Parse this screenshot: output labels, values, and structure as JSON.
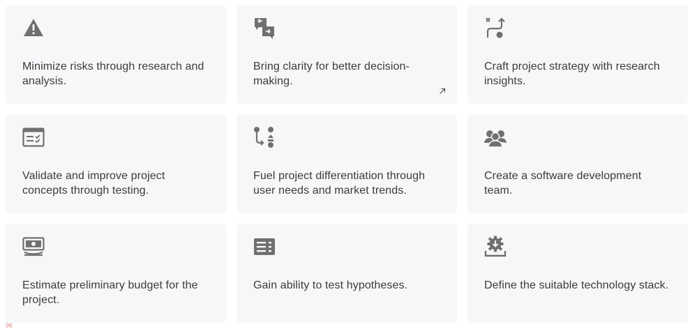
{
  "cards": [
    {
      "icon": "warning-triangle-icon",
      "text": "Minimize risks through research and analysis."
    },
    {
      "icon": "swap-chat-icon",
      "text": "Bring clarity for better decision-making."
    },
    {
      "icon": "route-path-icon",
      "text": "Craft project strategy with research insights."
    },
    {
      "icon": "checklist-window-icon",
      "text": "Validate and improve project concepts through testing."
    },
    {
      "icon": "branch-sort-icon",
      "text": "Fuel project differentiation through user needs and market trends."
    },
    {
      "icon": "team-icon",
      "text": "Create a software development team."
    },
    {
      "icon": "money-bill-icon",
      "text": "Estimate preliminary budget for the project."
    },
    {
      "icon": "list-hypotheses-icon",
      "text": "Gain ability to test hypotheses."
    },
    {
      "icon": "gear-download-icon",
      "text": "Define the suitable technology stack."
    }
  ],
  "page_number": "96",
  "colors": {
    "card_bg": "#f6f7f9",
    "icon": "#707070",
    "text": "#3b3b3b",
    "page_number": "#e08a8a"
  }
}
